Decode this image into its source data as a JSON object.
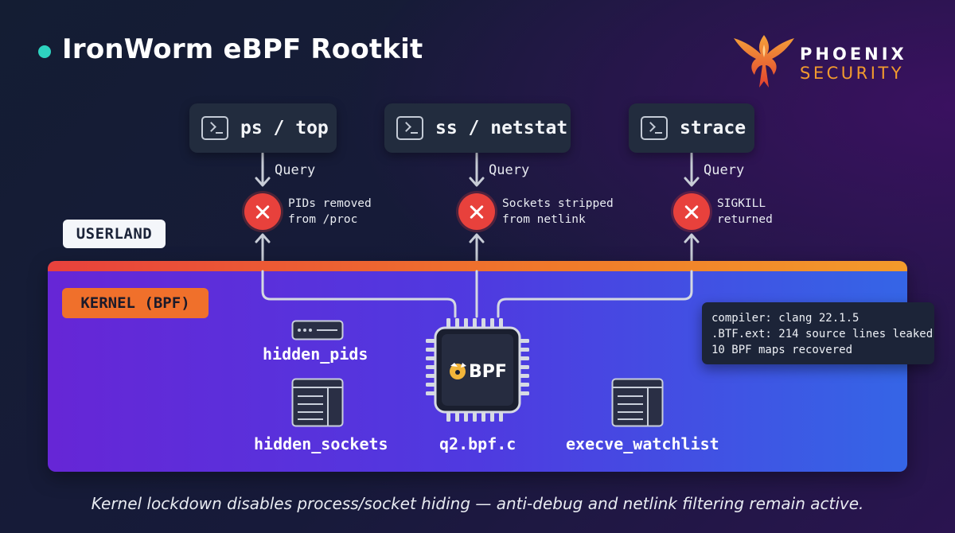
{
  "header": {
    "title": "IronWorm eBPF Rootkit",
    "accent_color": "#2ed3c0"
  },
  "brand": {
    "line1": "PHOENIX",
    "line2": "SECURITY",
    "colors": {
      "primary": "#ffffff",
      "accent": "#f29a2e"
    }
  },
  "tools": [
    {
      "label": "ps / top",
      "icon": "terminal-icon",
      "query": "Query",
      "effect": "PIDs removed\nfrom /proc"
    },
    {
      "label": "ss / netstat",
      "icon": "terminal-icon",
      "query": "Query",
      "effect": "Sockets stripped\nfrom netlink"
    },
    {
      "label": "strace",
      "icon": "terminal-icon",
      "query": "Query",
      "effect": "SIGKILL\nreturned"
    }
  ],
  "zones": {
    "userland": "USERLAND",
    "kernel": "KERNEL (BPF)"
  },
  "maps": {
    "hidden_pids": "hidden_pids",
    "hidden_sockets": "hidden_sockets",
    "execve_watchlist": "execve_watchlist"
  },
  "chip": {
    "logo_text": "BPF",
    "label": "q2.bpf.c"
  },
  "info": [
    "compiler: clang 22.1.5",
    ".BTF.ext: 214 source lines leaked",
    "10 BPF maps recovered"
  ],
  "caption": "Kernel lockdown disables process/socket hiding — anti-debug and netlink filtering remain active.",
  "colors": {
    "block": "#e8413c",
    "kernel_start": "#6626d6",
    "kernel_end": "#3565e6",
    "kernel_badge": "#f0702b"
  }
}
